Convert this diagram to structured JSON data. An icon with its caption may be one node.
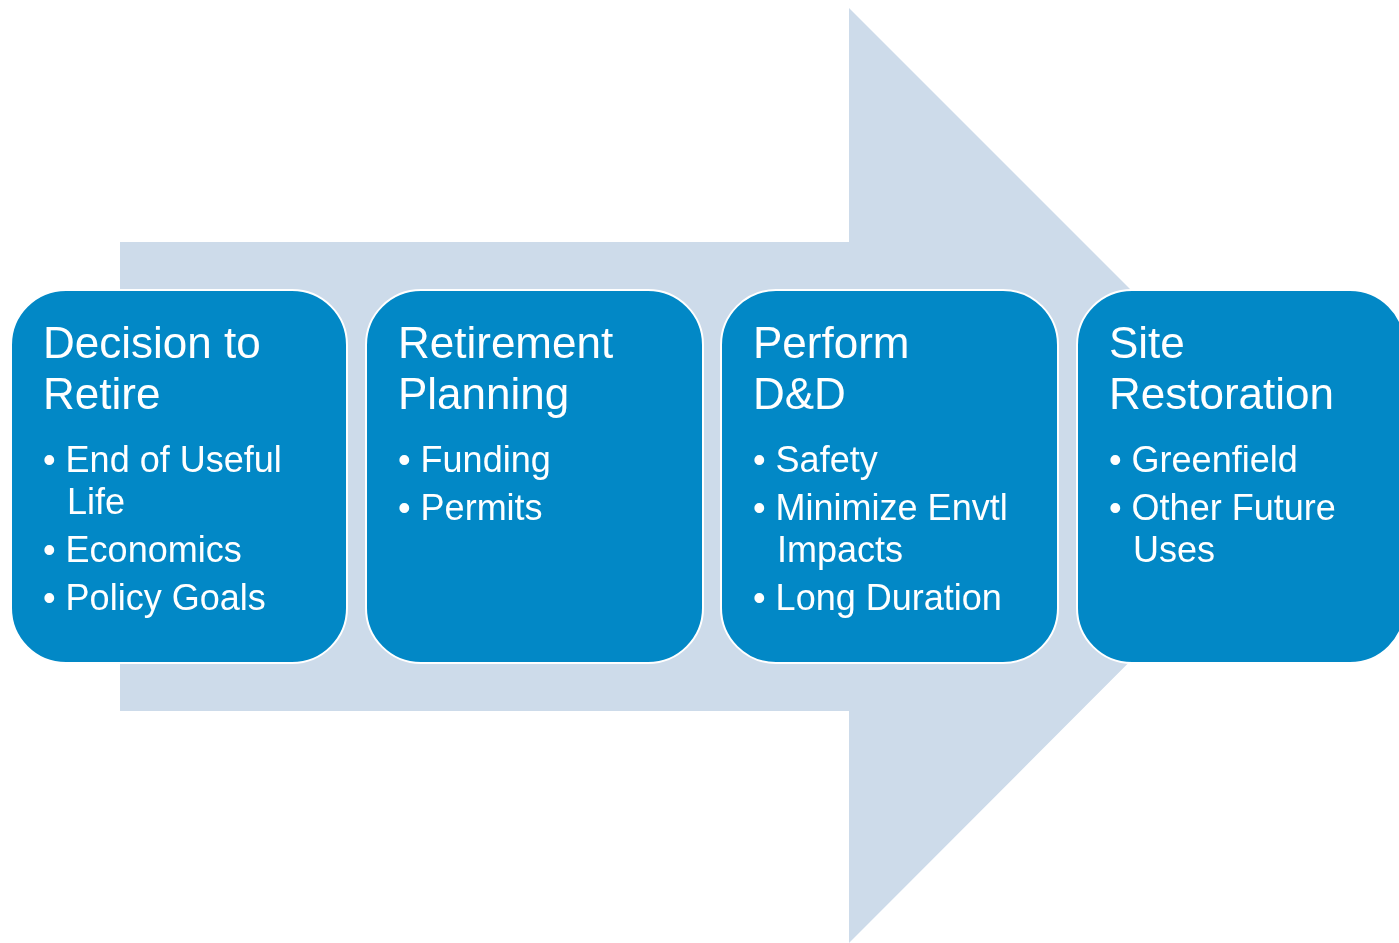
{
  "diagram": {
    "nodes": [
      {
        "text": [
          "Decision to Retire",
          "• End of Useful Life",
          "• Economics",
          "• Policy Goals"
        ]
      },
      {
        "text": [
          "Retirement Planning",
          "• Funding",
          "• Permits"
        ]
      },
      {
        "text": [
          "Perform D&D",
          "• Safety",
          "• Minimize Envtl Impacts",
          "• Long Duration"
        ]
      },
      {
        "text": [
          "Site Restoration",
          "• Greenfield",
          "• Other Future Uses"
        ]
      }
    ],
    "edges": [
      {
        "from": 0,
        "to": 3,
        "arrow": "to"
      }
    ]
  }
}
